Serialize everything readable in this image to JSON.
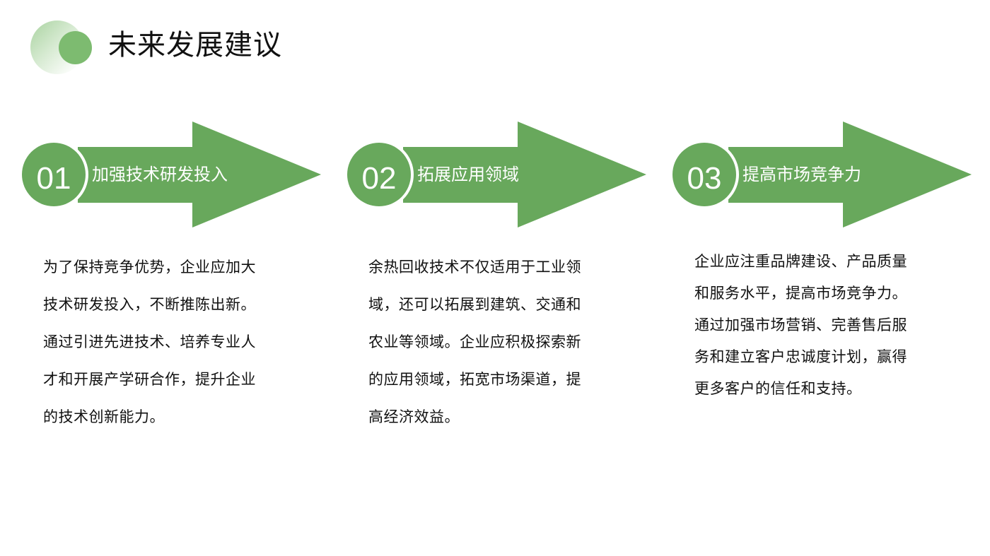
{
  "header": {
    "title": "未来发展建议",
    "logo_icon": "overlapping-circles-icon"
  },
  "colors": {
    "accent": "#68a85c",
    "logo_light": "#a9d3a0",
    "logo_dark": "#7dbb70",
    "text": "#111111"
  },
  "steps": [
    {
      "number": "01",
      "label": "加强技术研发投入",
      "description": "为了保持竞争优势，企业应加大技术研发投入，不断推陈出新。通过引进先进技术、培养专业人才和开展产学研合作，提升企业的技术创新能力。"
    },
    {
      "number": "02",
      "label": "拓展应用领域",
      "description": "余热回收技术不仅适用于工业领域，还可以拓展到建筑、交通和农业等领域。企业应积极探索新的应用领域，拓宽市场渠道，提高经济效益。"
    },
    {
      "number": "03",
      "label": "提高市场竞争力",
      "description": "企业应注重品牌建设、产品质量和服务水平，提高市场竞争力。通过加强市场营销、完善售后服务和建立客户忠诚度计划，赢得更多客户的信任和支持。"
    }
  ]
}
